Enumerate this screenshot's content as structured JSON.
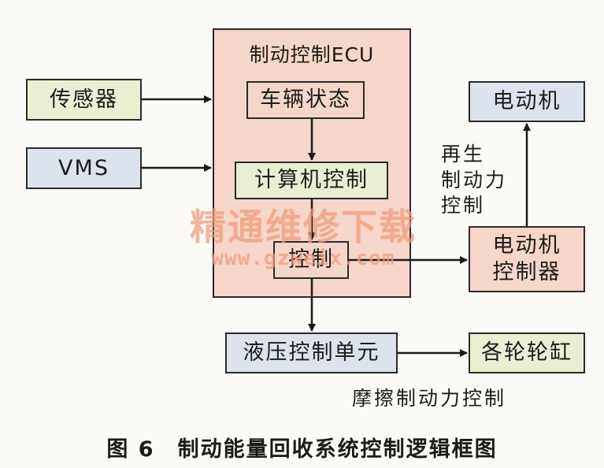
{
  "boxes": {
    "sensor": "传感器",
    "vms": "VMS",
    "ecu_title": "制动控制ECU",
    "vehicle_state": "车辆状态",
    "computer_control": "计算机控制",
    "control": "控制",
    "motor": "电动机",
    "motor_controller": "电动机\n控制器",
    "hydraulic_unit": "液压控制单元",
    "wheel_cylinders": "各轮轮缸"
  },
  "labels": {
    "regen": "再生\n制动力\n控制",
    "friction": "摩擦制动力控制"
  },
  "caption": "图 6　制动能量回收系统控制逻辑框图",
  "watermark": {
    "title": "精通维修下载",
    "url": "www.gzweix.com"
  },
  "colors": {
    "sensor_box": "#e9f0d2",
    "vms_box": "#dde3ec",
    "ecu_box": "#f6d6c9",
    "watermark": "#f29a7a"
  }
}
